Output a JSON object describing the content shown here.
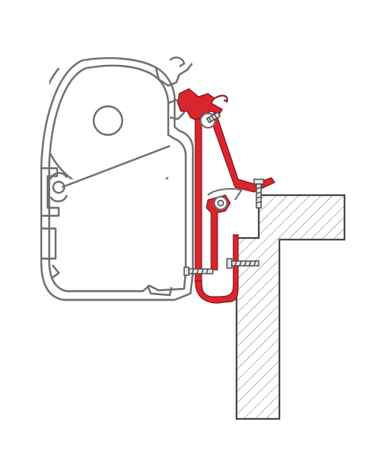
{
  "diagram": {
    "kind": "awning-adapter-mounting-cross-section",
    "colors": {
      "background": "#ffffff",
      "outline": "#6f6f6f",
      "outline_dark": "#4a4a4a",
      "adapter_fill": "#d9262c",
      "adapter_stroke": "#8c1519",
      "wall_fill": "#ffffff",
      "hatch": "#8a8a8a",
      "screw_fill": "#e8e8e8"
    },
    "parts": [
      {
        "id": "awning-cassette",
        "type": "extrusion-profile"
      },
      {
        "id": "roller-tube",
        "type": "circle"
      },
      {
        "id": "wall-bracket",
        "type": "adapter"
      },
      {
        "id": "vehicle-wall",
        "type": "hatched-section"
      },
      {
        "id": "fixing-screws",
        "count": 5
      }
    ]
  }
}
